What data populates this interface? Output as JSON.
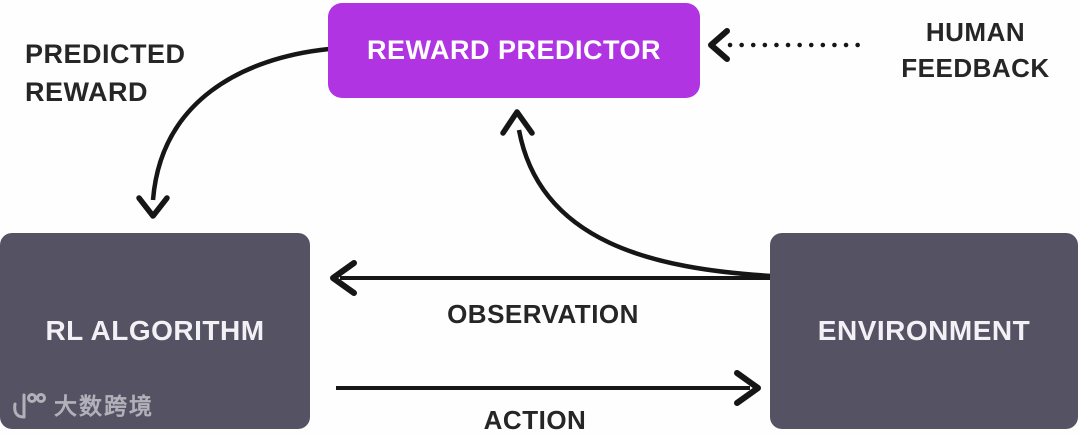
{
  "diagram": {
    "title": "RLHF loop diagram",
    "nodes": {
      "reward_predictor": {
        "label": "REWARD PREDICTOR",
        "fill": "#b134e3",
        "text_color": "#ffffff"
      },
      "rl_algorithm": {
        "label": "RL ALGORITHM",
        "fill": "#555264",
        "text_color": "#f3f1f6"
      },
      "environment": {
        "label": "ENVIRONMENT",
        "fill": "#555264",
        "text_color": "#f3f1f6"
      }
    },
    "labels": {
      "predicted_reward": "PREDICTED REWARD",
      "human_feedback": "HUMAN FEEDBACK",
      "observation": "OBSERVATION",
      "action": "ACTION"
    },
    "edges": [
      {
        "from": "environment",
        "to": "rl_algorithm",
        "label": "OBSERVATION",
        "style": "solid-straight"
      },
      {
        "from": "rl_algorithm",
        "to": "environment",
        "label": "ACTION",
        "style": "solid-straight"
      },
      {
        "from": "reward_predictor",
        "to": "rl_algorithm",
        "label": "PREDICTED REWARD",
        "style": "solid-curved"
      },
      {
        "from": "environment",
        "to": "reward_predictor",
        "label": "",
        "style": "solid-curved"
      },
      {
        "from": "human_feedback",
        "to": "reward_predictor",
        "label": "HUMAN FEEDBACK",
        "style": "dotted-straight"
      }
    ],
    "colors": {
      "background": "#fefefe",
      "arrow": "#161616",
      "label_text": "#262626"
    }
  },
  "watermark": {
    "logo_icon": "dashu-100-logo",
    "text": "大数跨境"
  }
}
